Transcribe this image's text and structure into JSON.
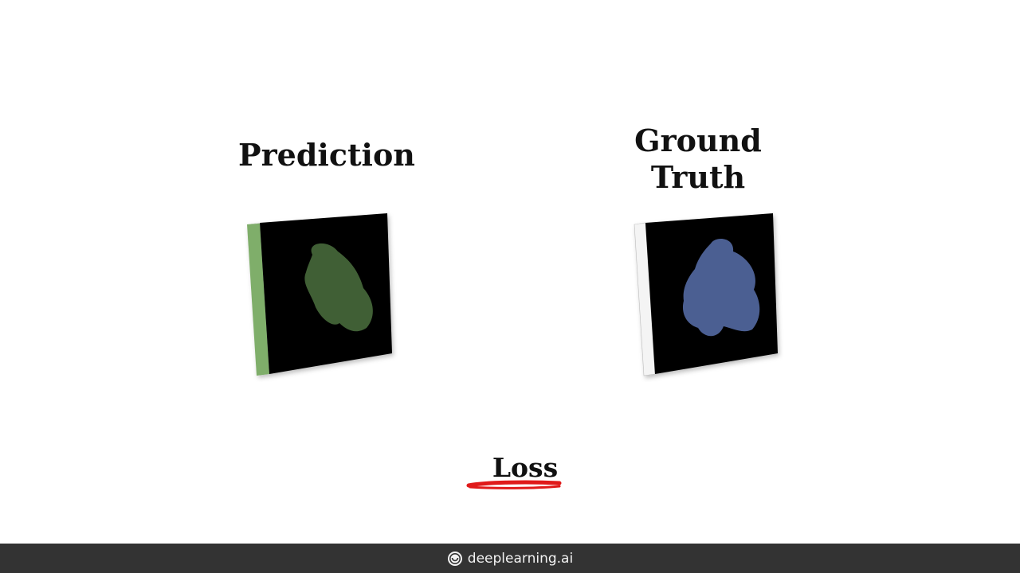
{
  "slide": {
    "prediction_title": "Prediction",
    "ground_truth_title": "Ground\nTruth",
    "loss_label": "Loss"
  },
  "colors": {
    "prediction_blob": "#3f5f34",
    "prediction_edge": "#7fae6a",
    "ground_truth_blob": "#4c5e92",
    "ground_truth_edge": "#f4f4f4",
    "panel_face": "#000000",
    "annotation_underline": "#e01a1a"
  },
  "footer": {
    "brand_text": "deeplearning.ai",
    "logo_icon": "deeplearning-logo-icon"
  }
}
